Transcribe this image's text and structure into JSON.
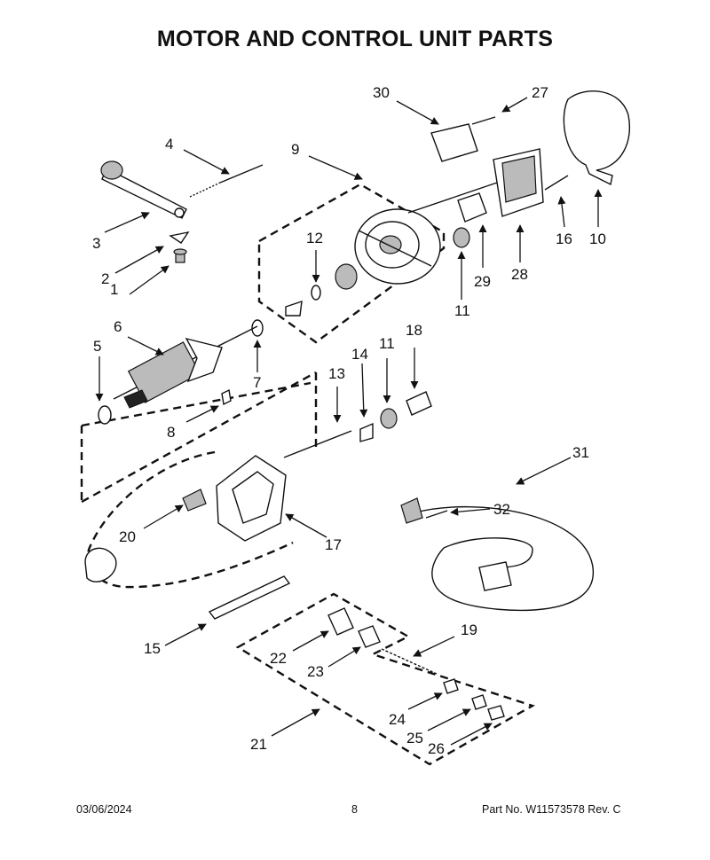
{
  "title": "MOTOR AND CONTROL UNIT PARTS",
  "callouts": [
    "1",
    "2",
    "3",
    "4",
    "5",
    "6",
    "7",
    "8",
    "9",
    "10",
    "11",
    "11",
    "12",
    "13",
    "14",
    "15",
    "16",
    "17",
    "18",
    "19",
    "20",
    "21",
    "22",
    "23",
    "24",
    "25",
    "26",
    "27",
    "28",
    "29",
    "30",
    "31",
    "32"
  ],
  "footer": {
    "date": "03/06/2024",
    "page": "8",
    "part_number": "Part No.  W11573578  Rev.  C"
  }
}
